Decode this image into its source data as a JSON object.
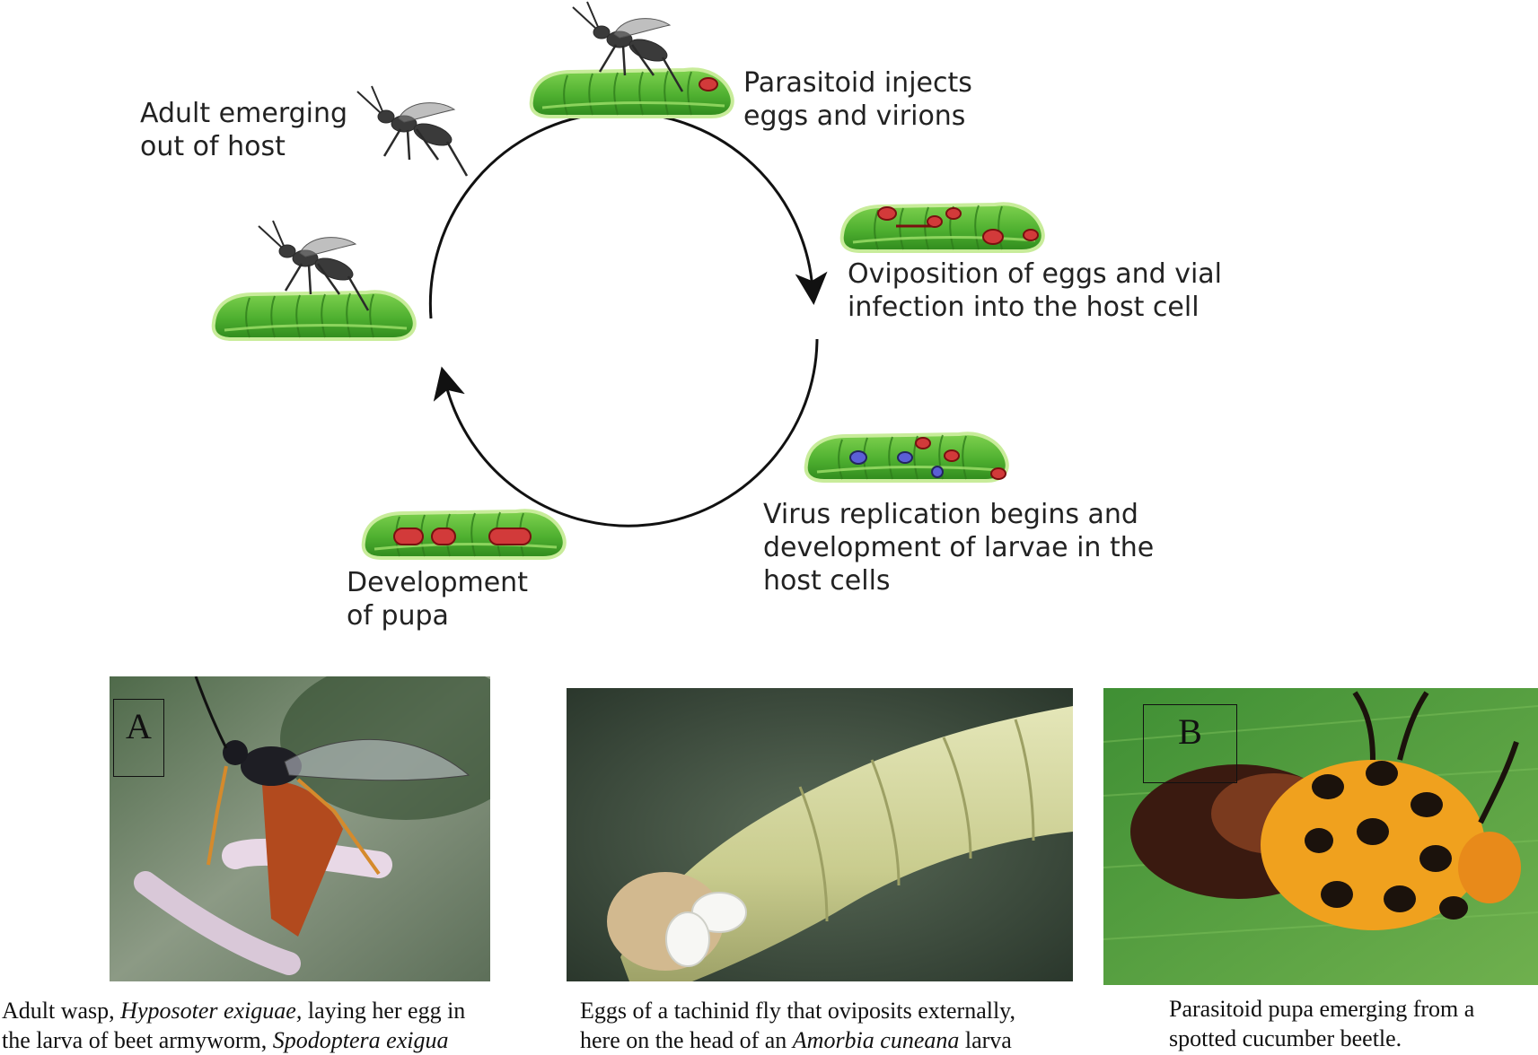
{
  "cycle": {
    "stages": {
      "inject": {
        "lines": [
          "Parasitoid injects",
          "eggs and virions"
        ]
      },
      "oviposition": {
        "lines": [
          "Oviposition of eggs and vial",
          "infection into the host cell"
        ]
      },
      "replication": {
        "lines": [
          "Virus replication begins and",
          "development of larvae in the",
          "host cells"
        ]
      },
      "pupa": {
        "lines": [
          "Development",
          "of pupa"
        ]
      },
      "emerging": {
        "lines": [
          "Adult emerging",
          "out of host"
        ]
      }
    },
    "colors": {
      "larva_green": "#5cb83a",
      "larva_dark": "#3a8f22",
      "egg_red": "#d23a3a",
      "virus_blue": "#5b5fd6",
      "arrow": "#111111"
    }
  },
  "photos": {
    "a": {
      "letter": "A",
      "caption": {
        "line1": {
          "pre": "Adult wasp, ",
          "italic": "Hyposoter exiguae,",
          "post": " laying her egg in"
        },
        "line2": {
          "pre": "the larva of beet armyworm, ",
          "italic": "Spodoptera exigua",
          "post": ""
        }
      }
    },
    "middle": {
      "caption": {
        "line1": {
          "pre": "Eggs of a tachinid fly that oviposits externally,",
          "italic": "",
          "post": ""
        },
        "line2": {
          "pre": "here on the head of an ",
          "italic": "Amorbia cuneana",
          "post": " larva"
        }
      }
    },
    "b": {
      "letter": "B",
      "caption": {
        "line1": {
          "pre": "Parasitoid pupa emerging from a",
          "italic": "",
          "post": ""
        },
        "line2": {
          "pre": "spotted cucumber beetle.",
          "italic": "",
          "post": ""
        }
      }
    }
  }
}
